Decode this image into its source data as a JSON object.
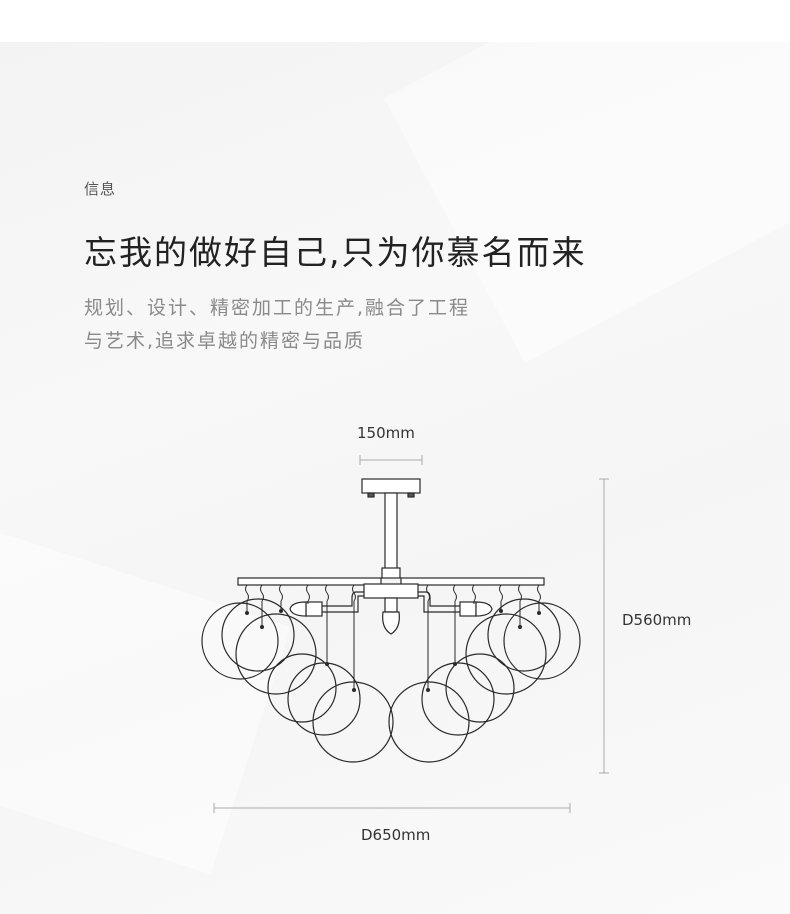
{
  "info_label": "信息",
  "headline": "忘我的做好自己,只为你慕名而来",
  "description": {
    "line1": "规划、设计、精密加工的生产,融合了工程",
    "line2": "与艺术,追求卓越的精密与品质"
  },
  "dimensions": {
    "canopy": "150mm",
    "height": "D560mm",
    "width": "D650mm"
  },
  "colors": {
    "background": "#f6f6f6",
    "line": "#2a2a2a",
    "dimension_line": "#aaaaaa"
  }
}
